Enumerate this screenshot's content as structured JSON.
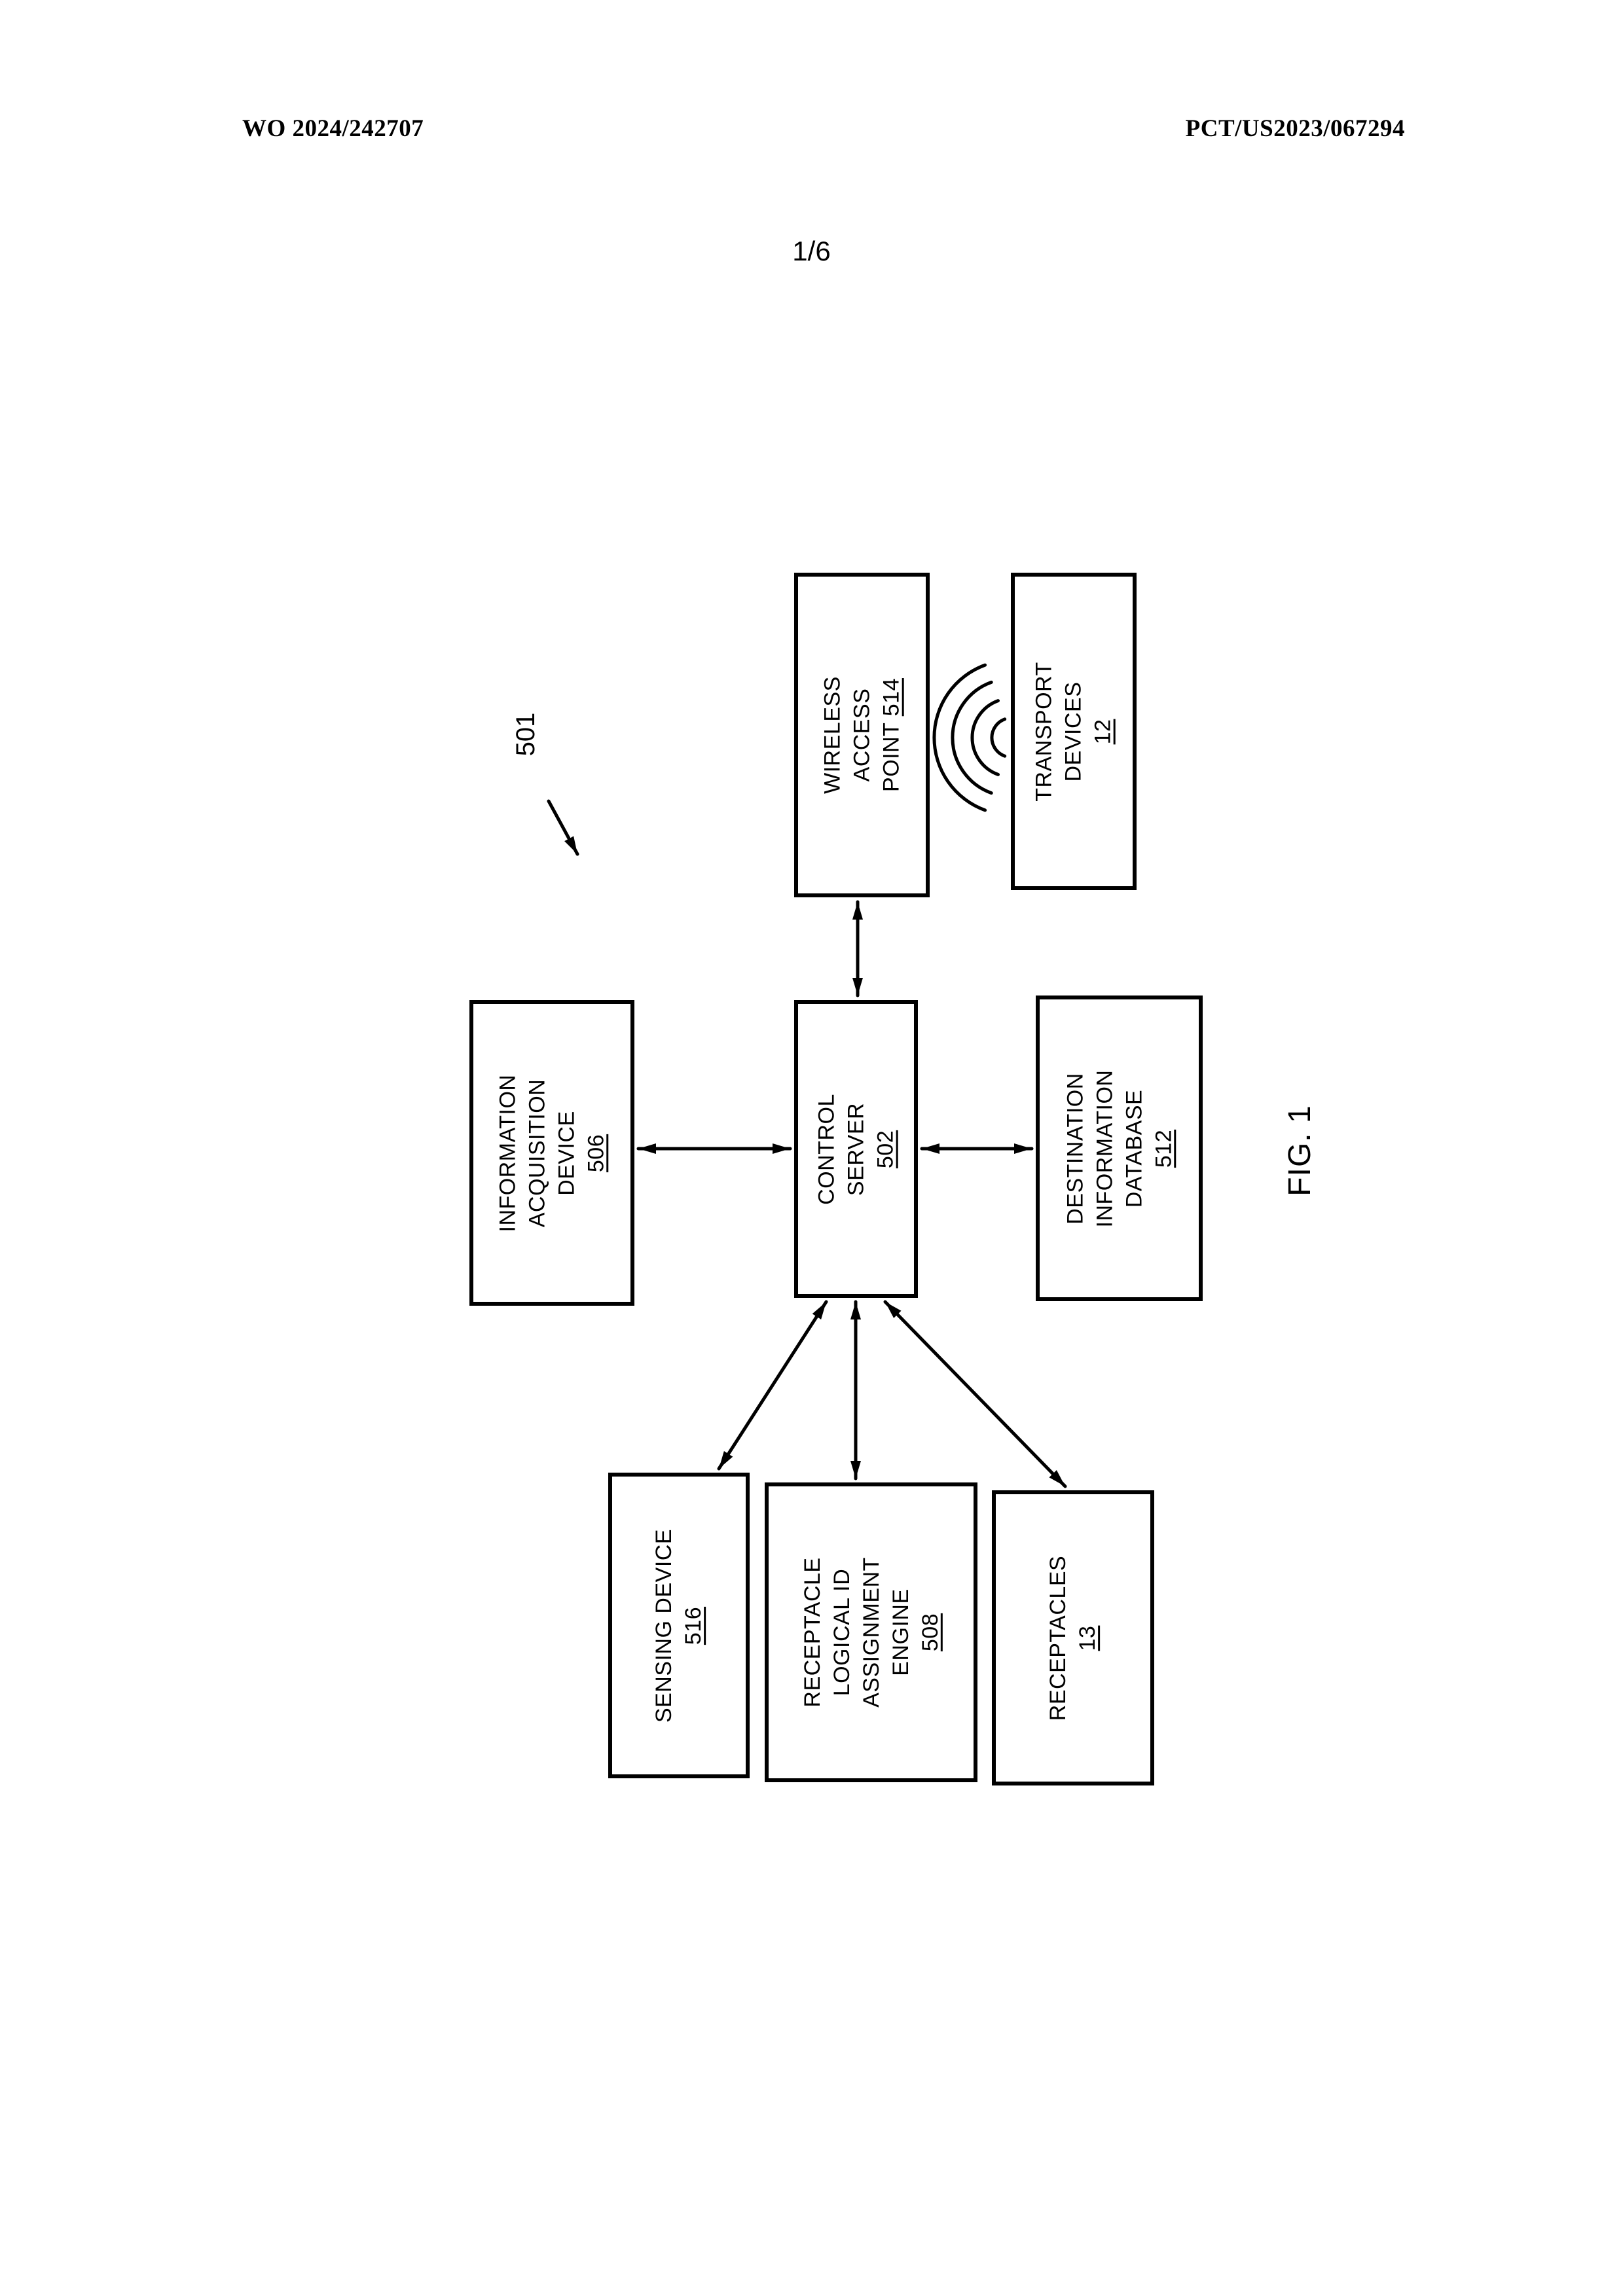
{
  "colors": {
    "ink": "#000000",
    "paper": "#ffffff"
  },
  "page": {
    "header_left": "WO 2024/242707",
    "header_right": "PCT/US2023/067294",
    "page_number": "1/6"
  },
  "figure": {
    "label": "FIG. 1",
    "system_reference": "501",
    "boxes": {
      "wireless_access_point": {
        "line1": "WIRELESS",
        "line2": "ACCESS",
        "line3_prefix": "POINT",
        "number": "514"
      },
      "transport_devices": {
        "line1": "TRANSPORT",
        "line2": "DEVICES",
        "number": "12"
      },
      "information_acquisition_device": {
        "line1": "INFORMATION",
        "line2": "ACQUISITION",
        "line3": "DEVICE",
        "number": "506"
      },
      "control_server": {
        "line1": "CONTROL",
        "line2": "SERVER",
        "number": "502"
      },
      "destination_information_database": {
        "line1": "DESTINATION",
        "line2": "INFORMATION",
        "line3": "DATABASE",
        "number": "512"
      },
      "sensing_device": {
        "line1": "SENSING DEVICE",
        "number": "516"
      },
      "receptacle_logical_id_assignment_engine": {
        "line1": "RECEPTACLE",
        "line2": "LOGICAL ID",
        "line3": "ASSIGNMENT",
        "line4": "ENGINE",
        "number": "508"
      },
      "receptacles": {
        "line1": "RECEPTACLES",
        "number": "13"
      }
    }
  }
}
